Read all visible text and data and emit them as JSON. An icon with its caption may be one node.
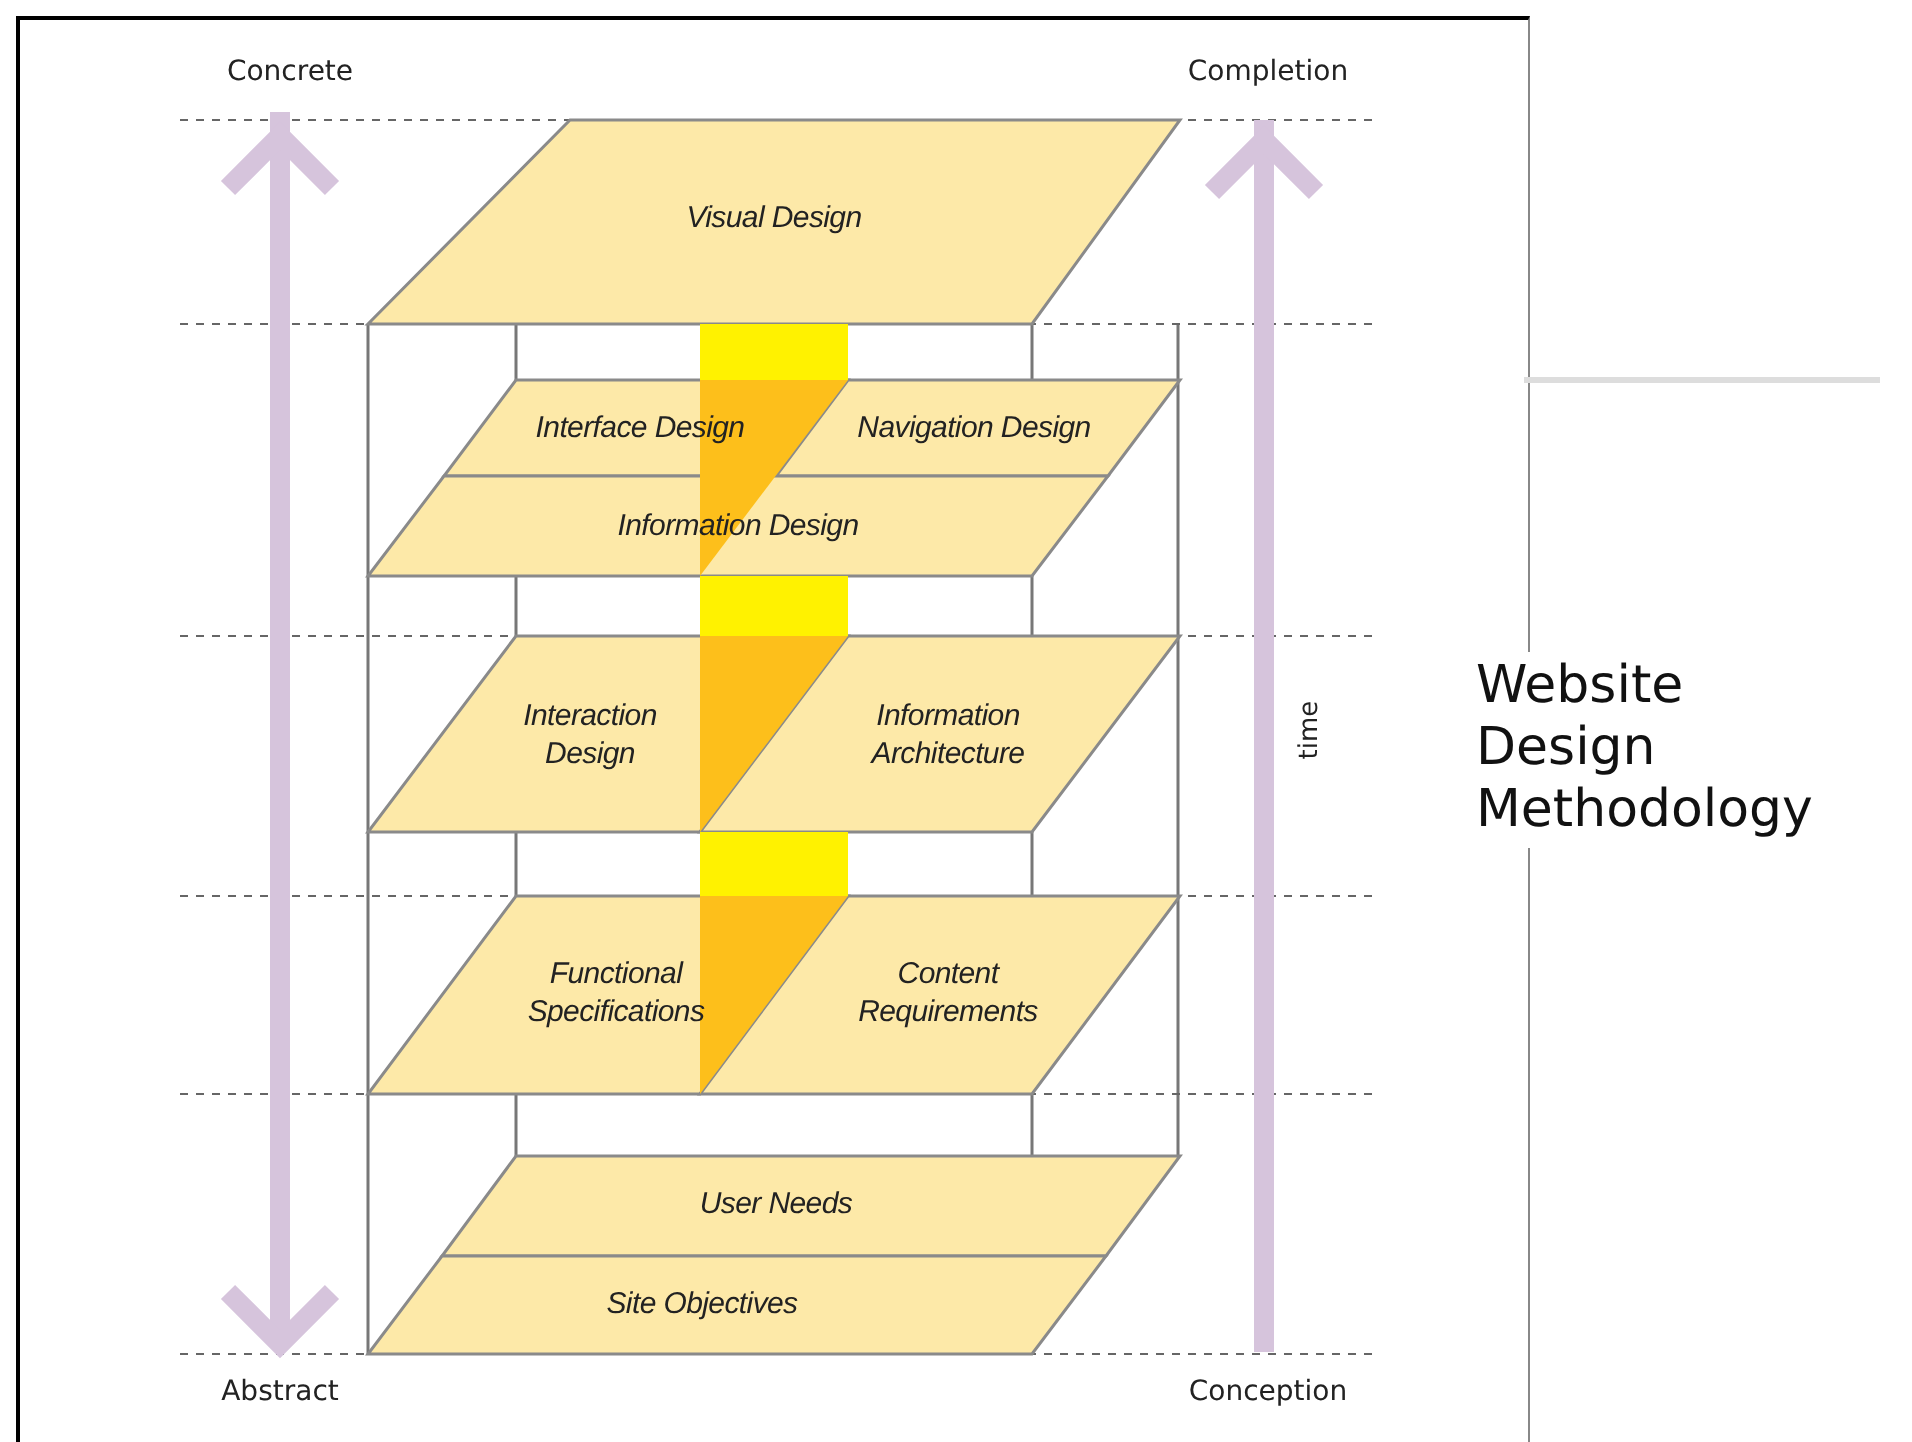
{
  "diagram": {
    "title": "Website Design Methodology",
    "nodes": [
      {
        "text": [
          "Visual Design"
        ]
      },
      {
        "text": [
          "Interface Design"
        ]
      },
      {
        "text": [
          "Navigation Design"
        ]
      },
      {
        "text": [
          "Information Design"
        ]
      },
      {
        "text": [
          "Interaction Design"
        ]
      },
      {
        "text": [
          "Information Architecture"
        ]
      },
      {
        "text": [
          "Functional Specifications"
        ]
      },
      {
        "text": [
          "Content Requirements"
        ]
      },
      {
        "text": [
          "User Needs"
        ]
      },
      {
        "text": [
          "Site Objectives"
        ]
      }
    ],
    "labels": [
      "Concrete",
      "Completion",
      "time",
      "Abstract",
      "Conception"
    ]
  }
}
